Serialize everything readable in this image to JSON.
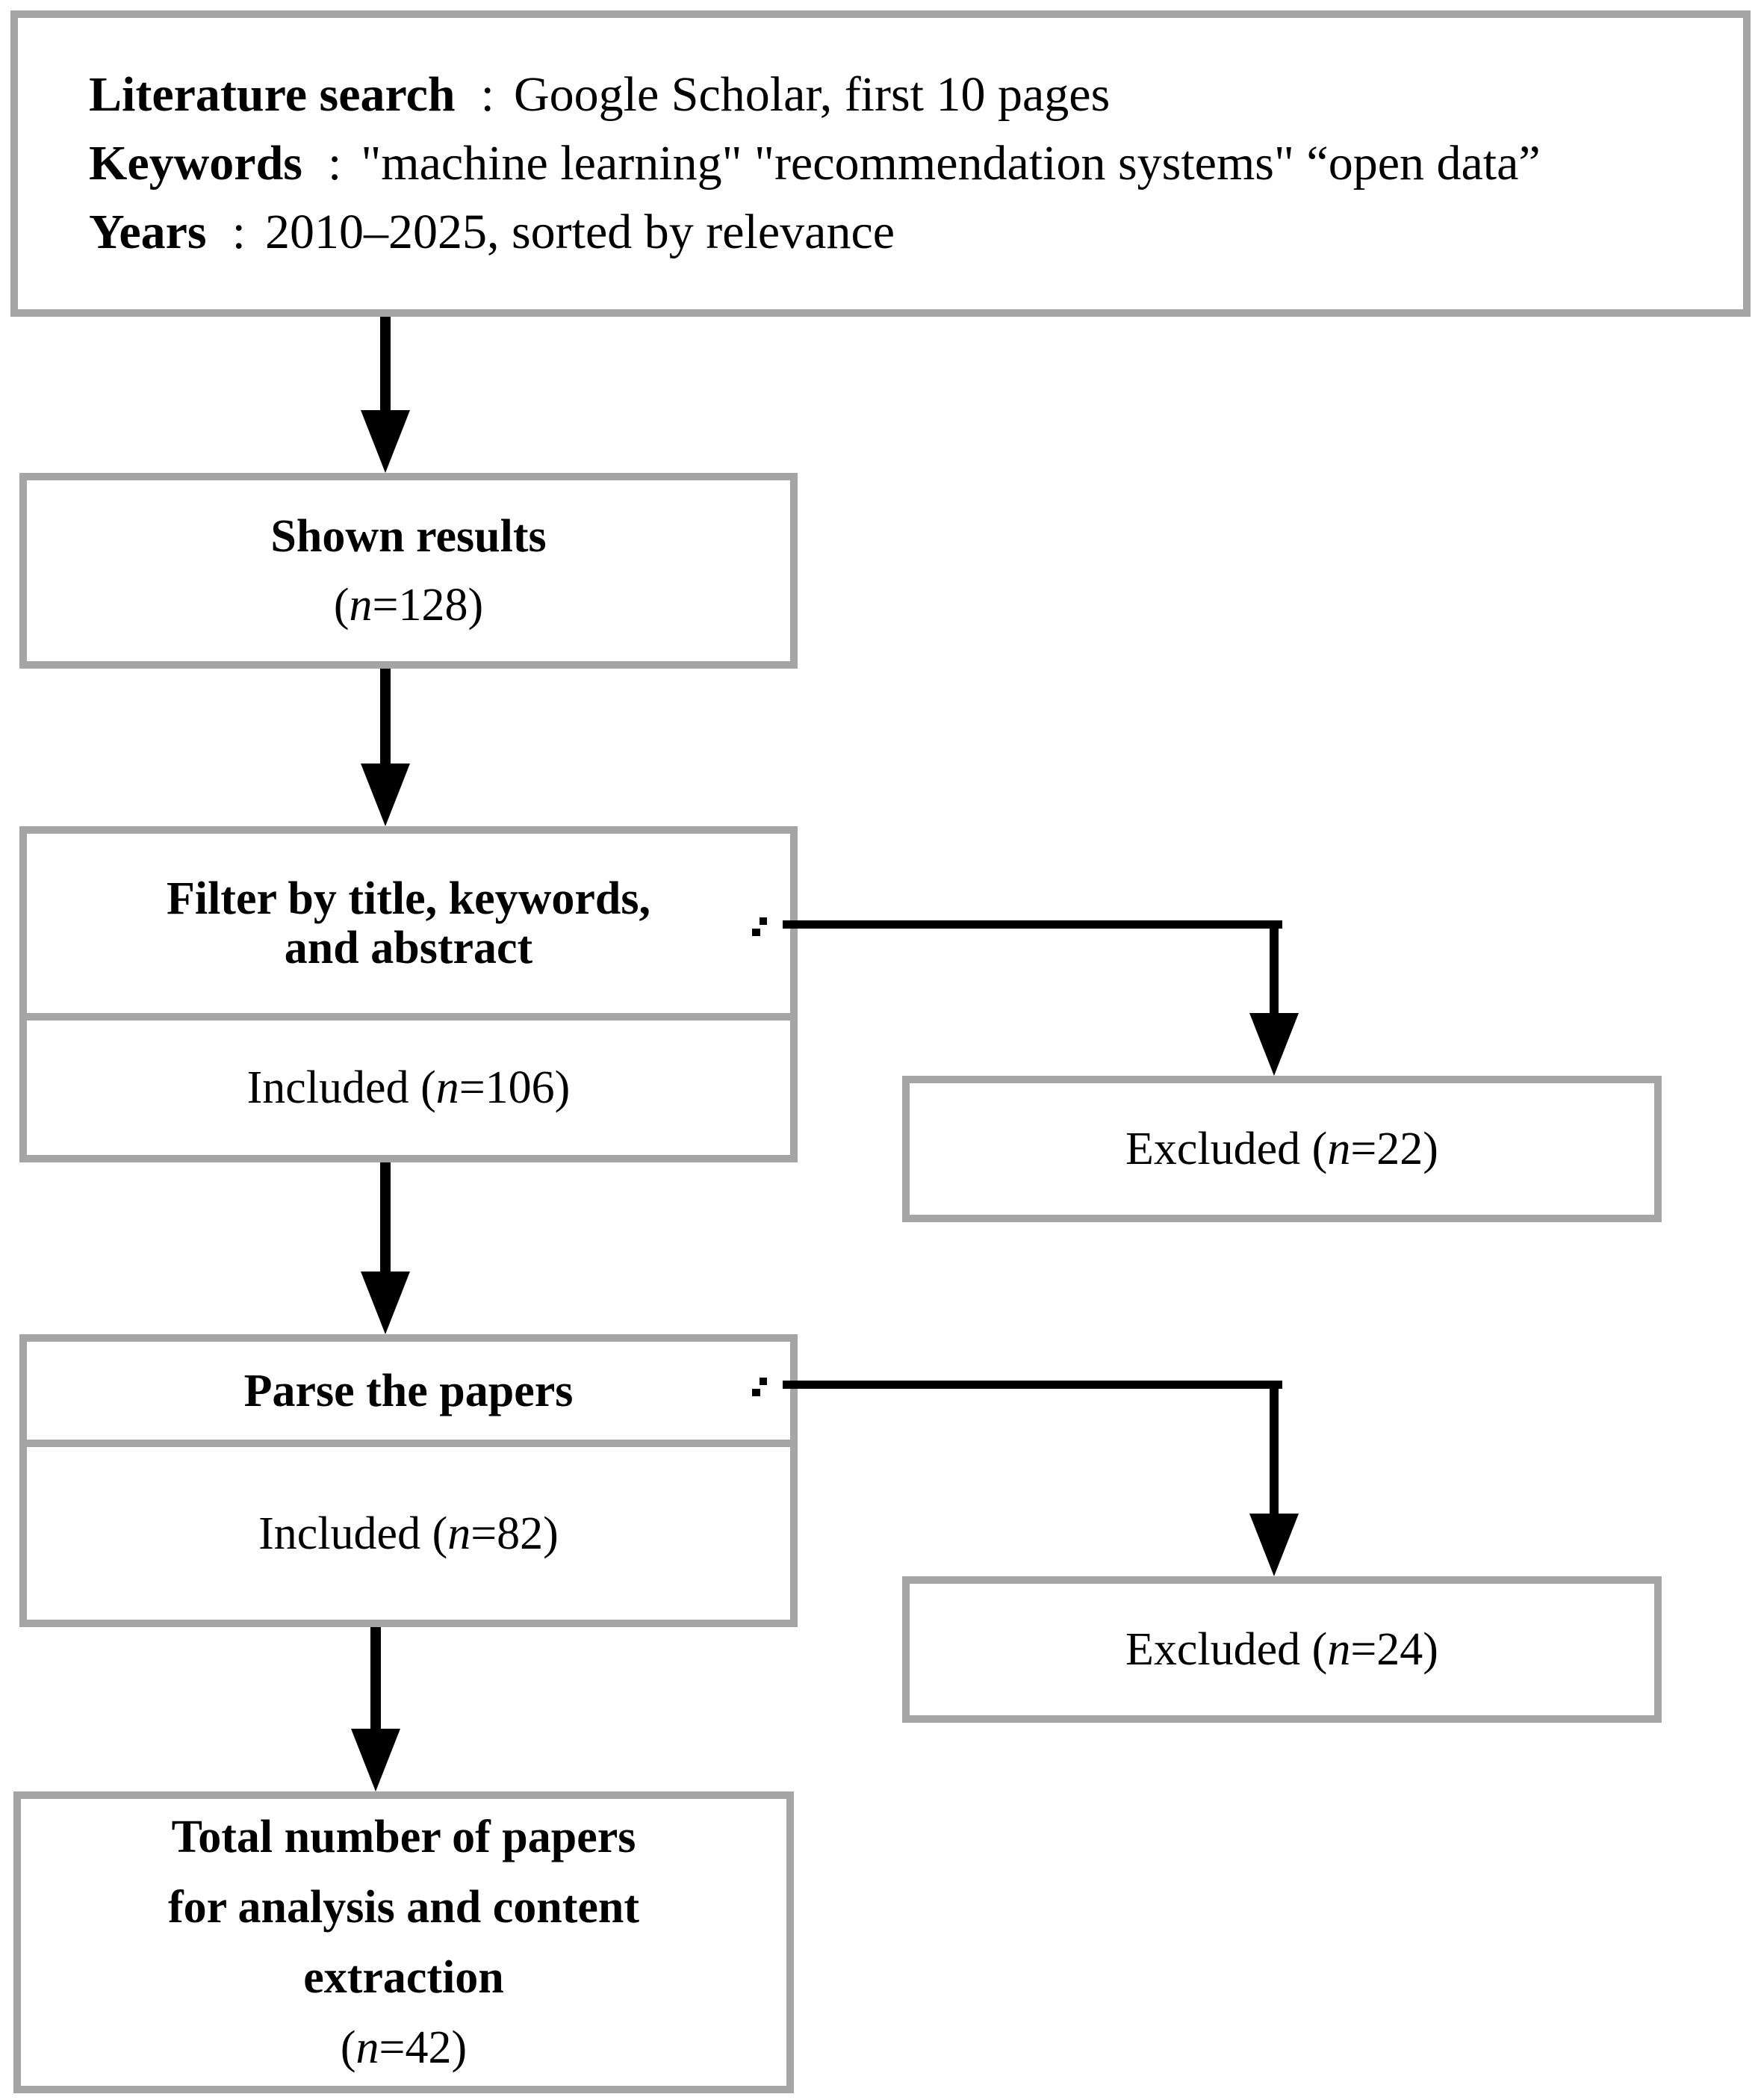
{
  "diagram": {
    "source_box": {
      "rows": [
        {
          "label": "Literature search",
          "sep": ":",
          "value": "Google Scholar, first 10 pages"
        },
        {
          "label": "Keywords",
          "sep": ":",
          "value": "\"machine learning\" \"recommendation systems\" “open data”"
        },
        {
          "label": "Years",
          "sep": ":",
          "value": "2010–2025, sorted by relevance"
        }
      ]
    },
    "shown_box": {
      "title": "Shown results",
      "count_pre": "(",
      "count_var": "n",
      "count_post": "=128)"
    },
    "filter_box": {
      "title_line1": "Filter by title, keywords,",
      "title_line2": "and abstract",
      "included_pre": "Included (",
      "included_var": "n",
      "included_post": "=106)"
    },
    "excluded_1": {
      "pre": "Excluded (",
      "var": "n",
      "post": "=22)"
    },
    "parse_box": {
      "title": "Parse the papers",
      "included_pre": "Included (",
      "included_var": "n",
      "included_post": "=82)"
    },
    "excluded_2": {
      "pre": "Excluded (",
      "var": "n",
      "post": "=24)"
    },
    "total_box": {
      "line1": "Total number of papers",
      "line2": "for analysis and content",
      "line3": "extraction",
      "count_pre": "(",
      "count_var": "n",
      "count_post": "=42)"
    },
    "colors": {
      "border_gray": "#a5a5a5",
      "line_black": "#000000",
      "background": "#ffffff",
      "text": "#000000"
    }
  }
}
